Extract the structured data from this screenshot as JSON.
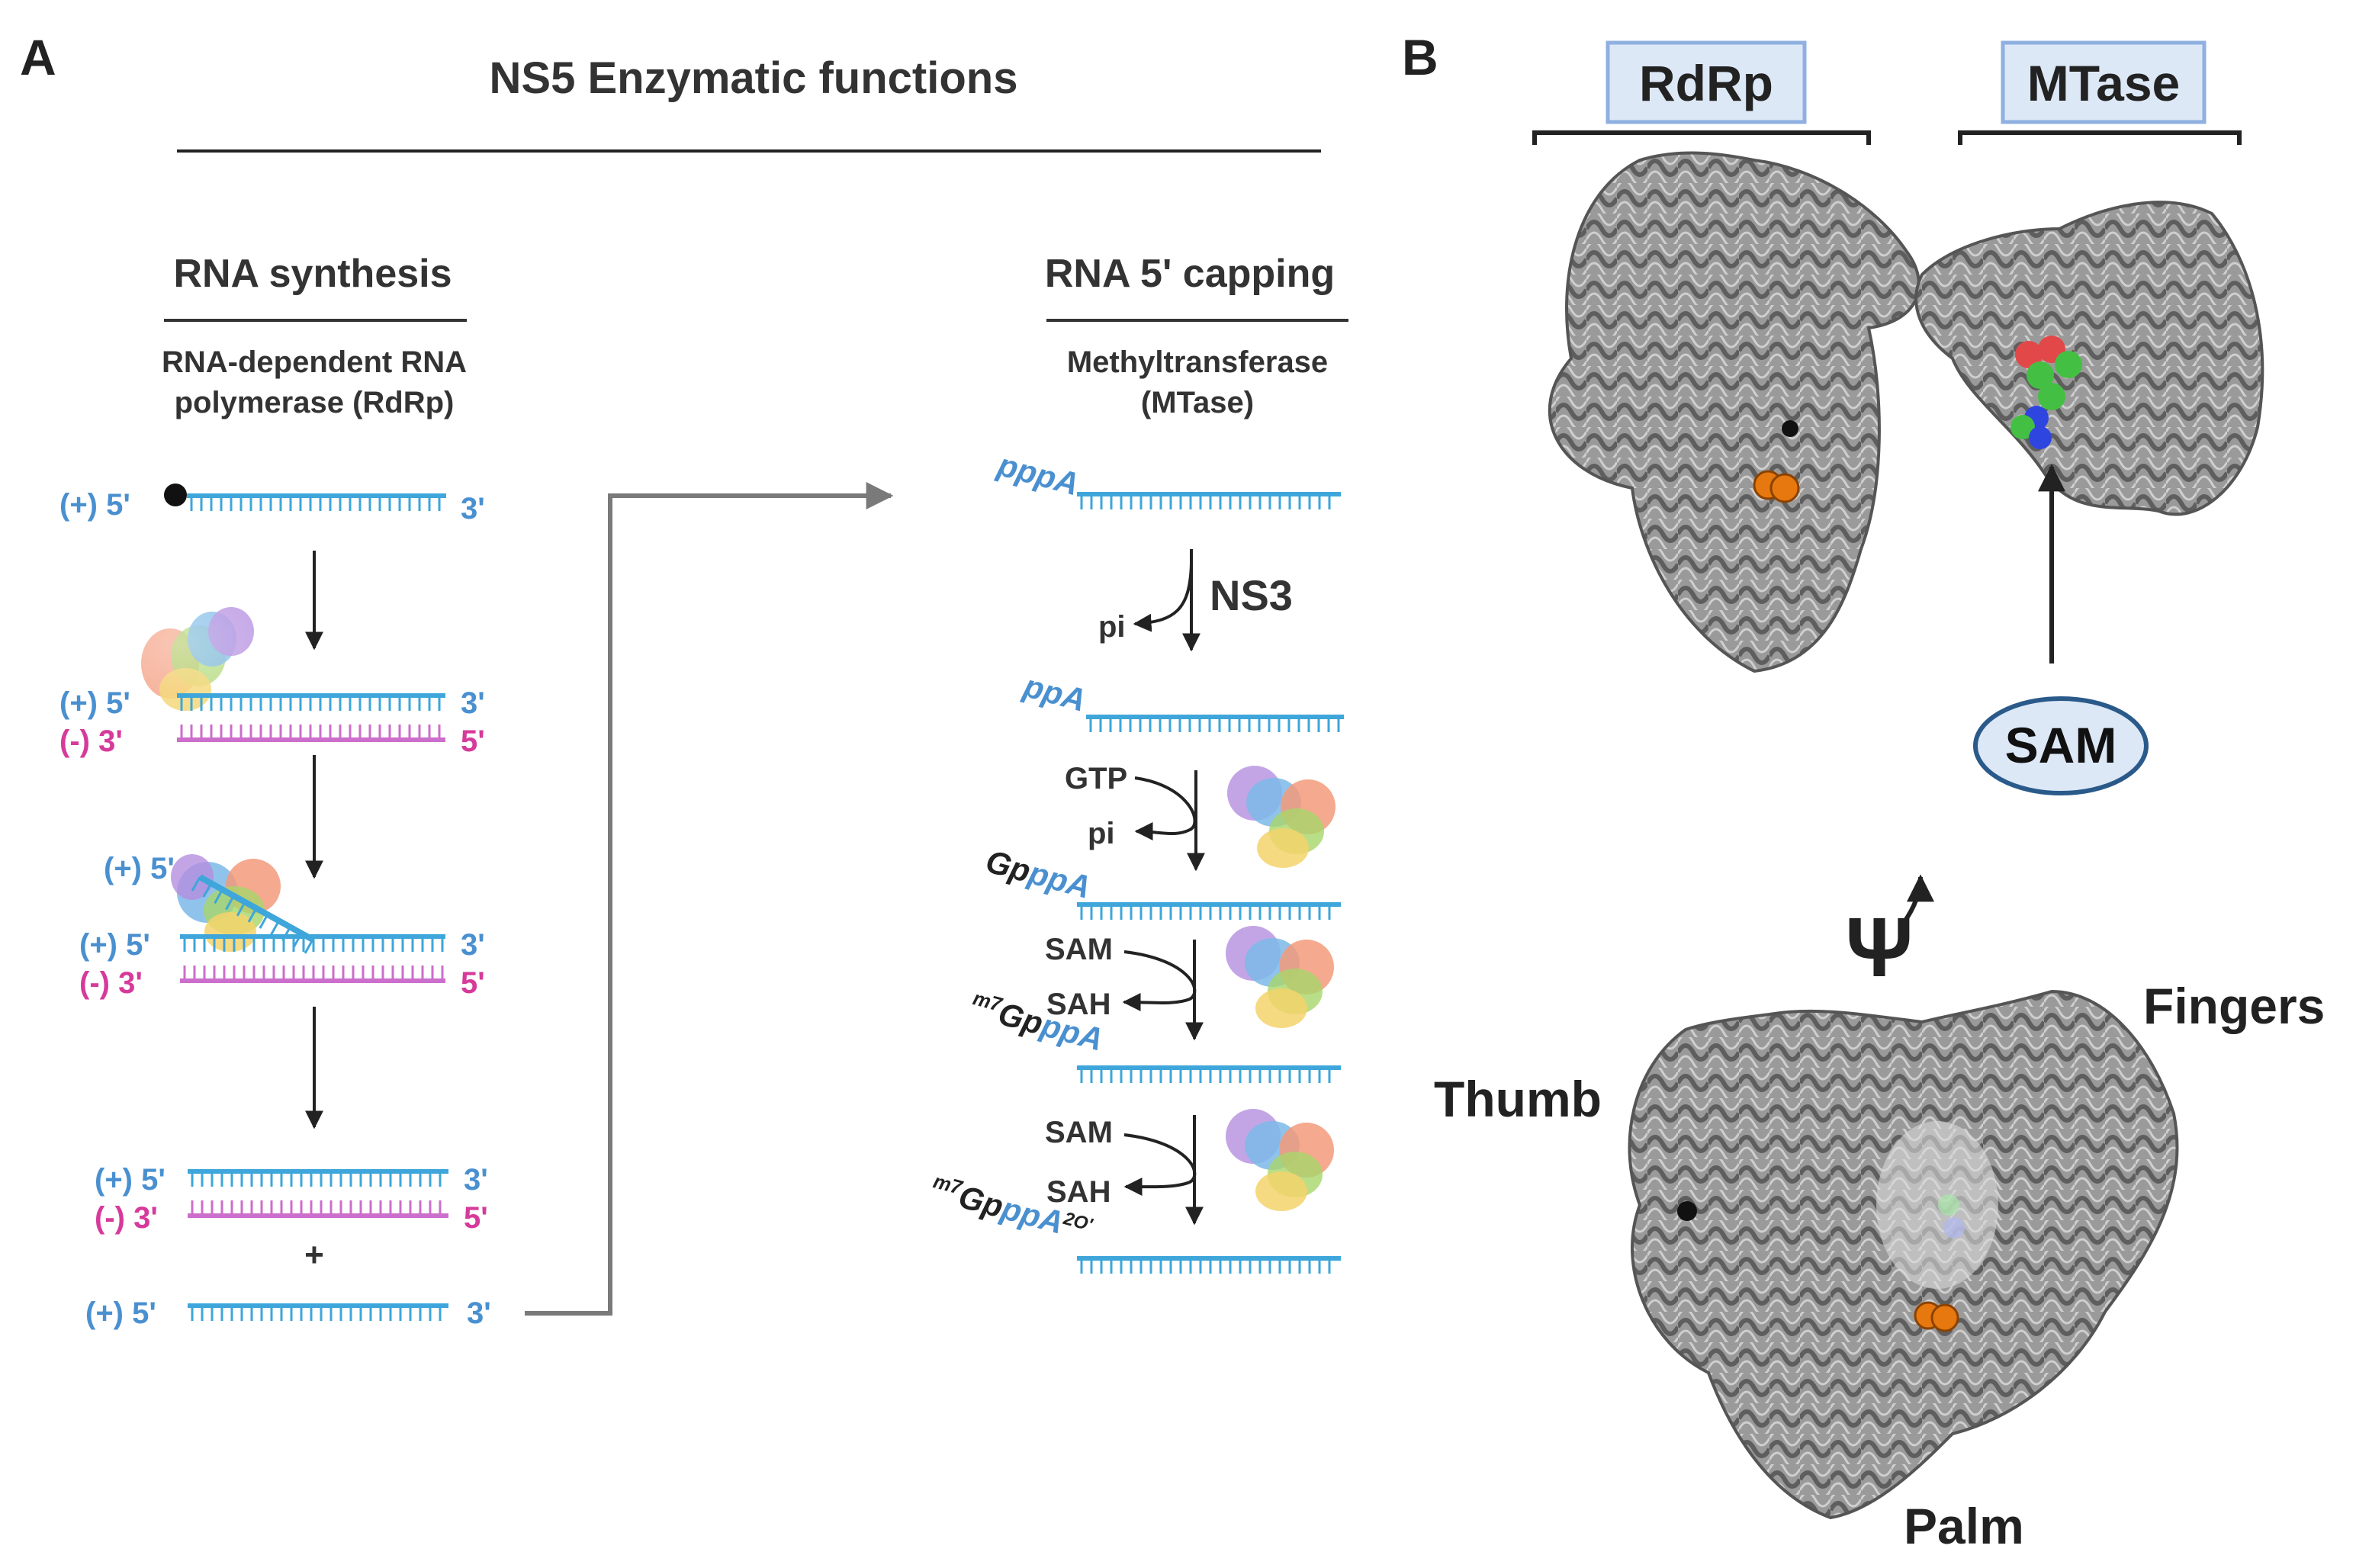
{
  "panel_a": {
    "letter": "A",
    "title": "NS5 Enzymatic functions",
    "synthesis": {
      "title": "RNA synthesis",
      "subtitle_1": "RNA-dependent RNA",
      "subtitle_2": "polymerase (RdRp)",
      "plus5": "(+) 5'",
      "minus3": "(-) 3'",
      "three_prime": "3'",
      "five_prime": "5'",
      "plus_sign": "+"
    },
    "capping": {
      "title": "RNA 5' capping",
      "subtitle_1": "Methyltransferase",
      "subtitle_2": "(MTase)",
      "pppA": "pppA",
      "ns3": "NS3",
      "pi": "pi",
      "ppA": "ppA",
      "gtp": "GTP",
      "gp": "Gp",
      "sam": "SAM",
      "sah": "SAH",
      "m7": "m7",
      "sup_m": "m",
      "sup_7": "7",
      "two_o": "2O'"
    }
  },
  "panel_b": {
    "letter": "B",
    "rdrp_label": "RdRp",
    "mtase_label": "MTase",
    "sam_label": "SAM",
    "psi": "Ψ",
    "thumb": "Thumb",
    "fingers": "Fingers",
    "palm": "Palm"
  },
  "colors": {
    "plus_strand": "#3ea6da",
    "minus_strand": "#cc6ecb",
    "plus_text": "#4a90d0",
    "minus_text": "#d63a9a",
    "label_box_fill": "#dde8f7",
    "label_box_stroke": "#8fb0e0",
    "sam_oval_fill": "#dde8f7",
    "sam_oval_stroke": "#2a5a8a",
    "protein": "#8a8a8a",
    "arrow": "#222222",
    "connector": "#7a7a7a"
  }
}
